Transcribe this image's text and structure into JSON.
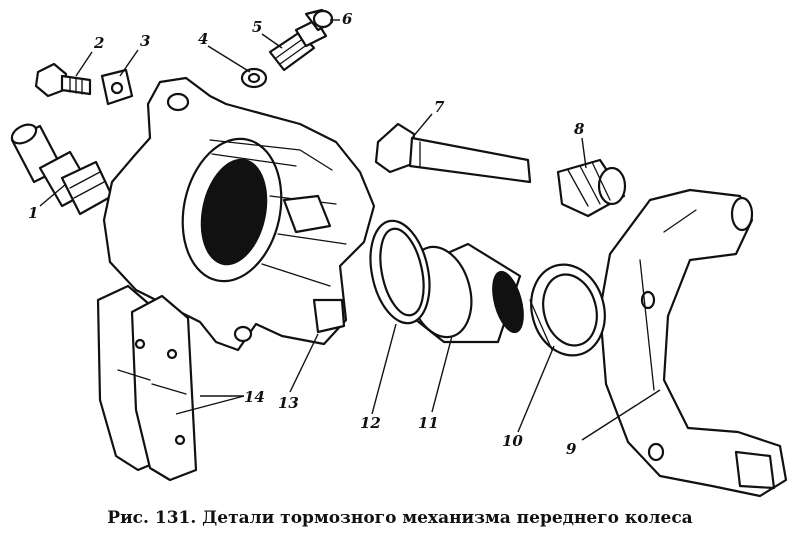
{
  "caption": "Рис. 131. Детали тормозного механизма переднего колеса",
  "labels": {
    "l1": "1",
    "l2": "2",
    "l3": "3",
    "l4": "4",
    "l5": "5",
    "l6": "6",
    "l7": "7",
    "l8": "8",
    "l9": "9",
    "l10": "10",
    "l11": "11",
    "l12": "12",
    "l13": "13",
    "l14": "14"
  }
}
